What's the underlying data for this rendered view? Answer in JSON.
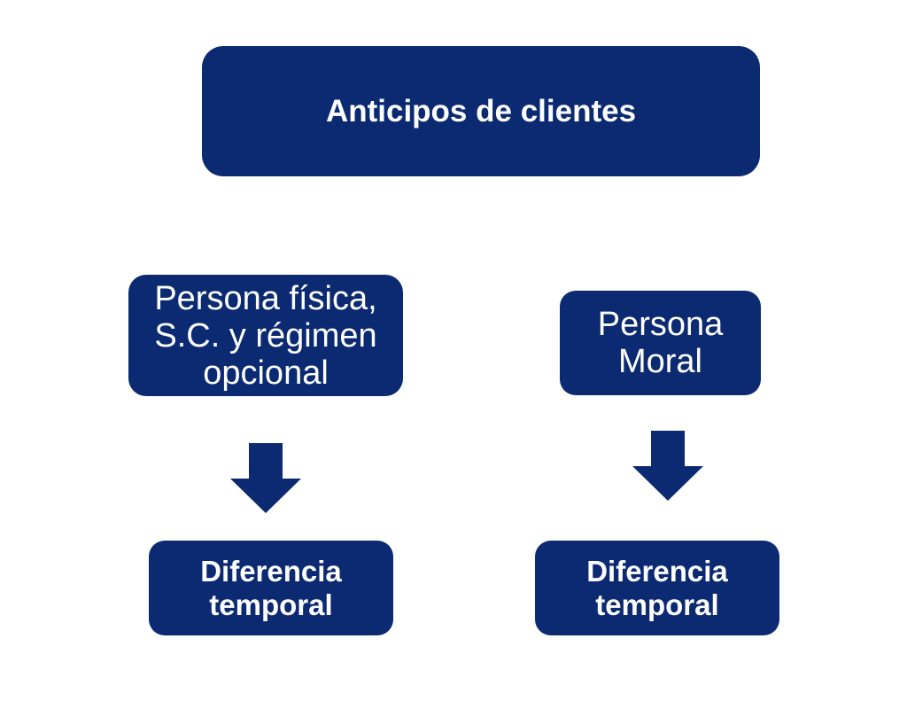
{
  "diagram": {
    "root": {
      "label": "Anticipos de clientes"
    },
    "branches": [
      {
        "label": "Persona física,\nS.C. y régimen\nopcional",
        "result": "Diferencia\ntemporal"
      },
      {
        "label": "Persona\nMoral",
        "result": "Diferencia\ntemporal"
      }
    ]
  },
  "colors": {
    "box_fill": "#0b2a72",
    "text": "#ffffff",
    "arrow_fill": "#0b2a72"
  }
}
